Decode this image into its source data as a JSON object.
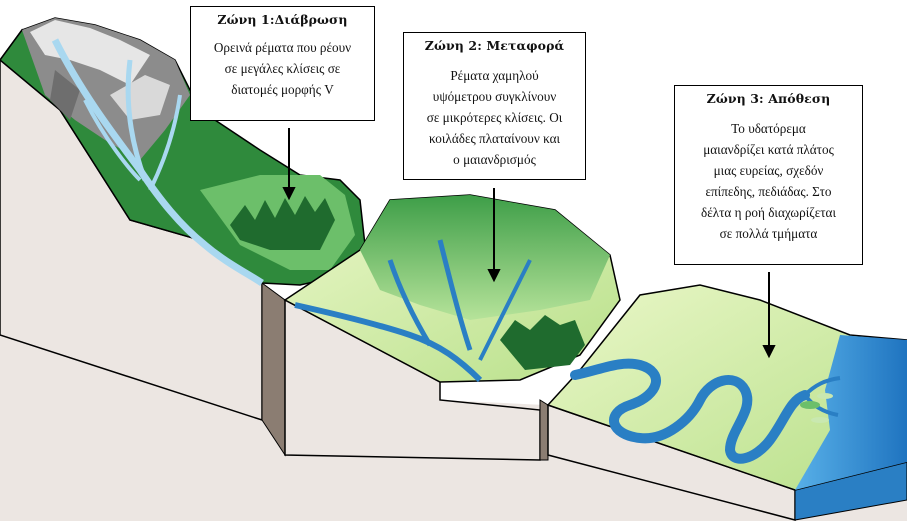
{
  "zones": [
    {
      "title": "Ζώνη 1:Διάβρωση",
      "lines": [
        "Ορεινά ρέματα που ρέουν",
        "σε μεγάλες κλίσεις σε",
        "διατομές μορφής V"
      ]
    },
    {
      "title": "Ζώνη 2: Μεταφορά",
      "lines": [
        "Ρέματα χαμηλού",
        "υψόμετρου συγκλίνουν",
        "σε μικρότερες κλίσεις. Οι",
        "κοιλάδες πλαταίνουν και",
        "ο μαιανδρισμός"
      ]
    },
    {
      "title": "Ζώνη 3: Απόθεση",
      "lines": [
        "Το υδατόρεμα",
        "μαιανδρίζει κατά πλάτος",
        "μιας ευρείας, σχεδόν",
        "επίπεδης, πεδιάδας. Στο",
        "δέλτα η ροή διαχωρίζεται",
        "σε πολλά τμήματα"
      ]
    }
  ],
  "colors": {
    "mountain_snow": "#e6e6e6",
    "mountain_rock": "#8c8c8c",
    "forest_dark": "#1f6b2e",
    "meadow_green": "#6cbf6a",
    "plain_light": "#d9f0b0",
    "water": "#2a7fc4",
    "soil_face": "#8b7d72",
    "soil_ground": "#ece6e2"
  }
}
